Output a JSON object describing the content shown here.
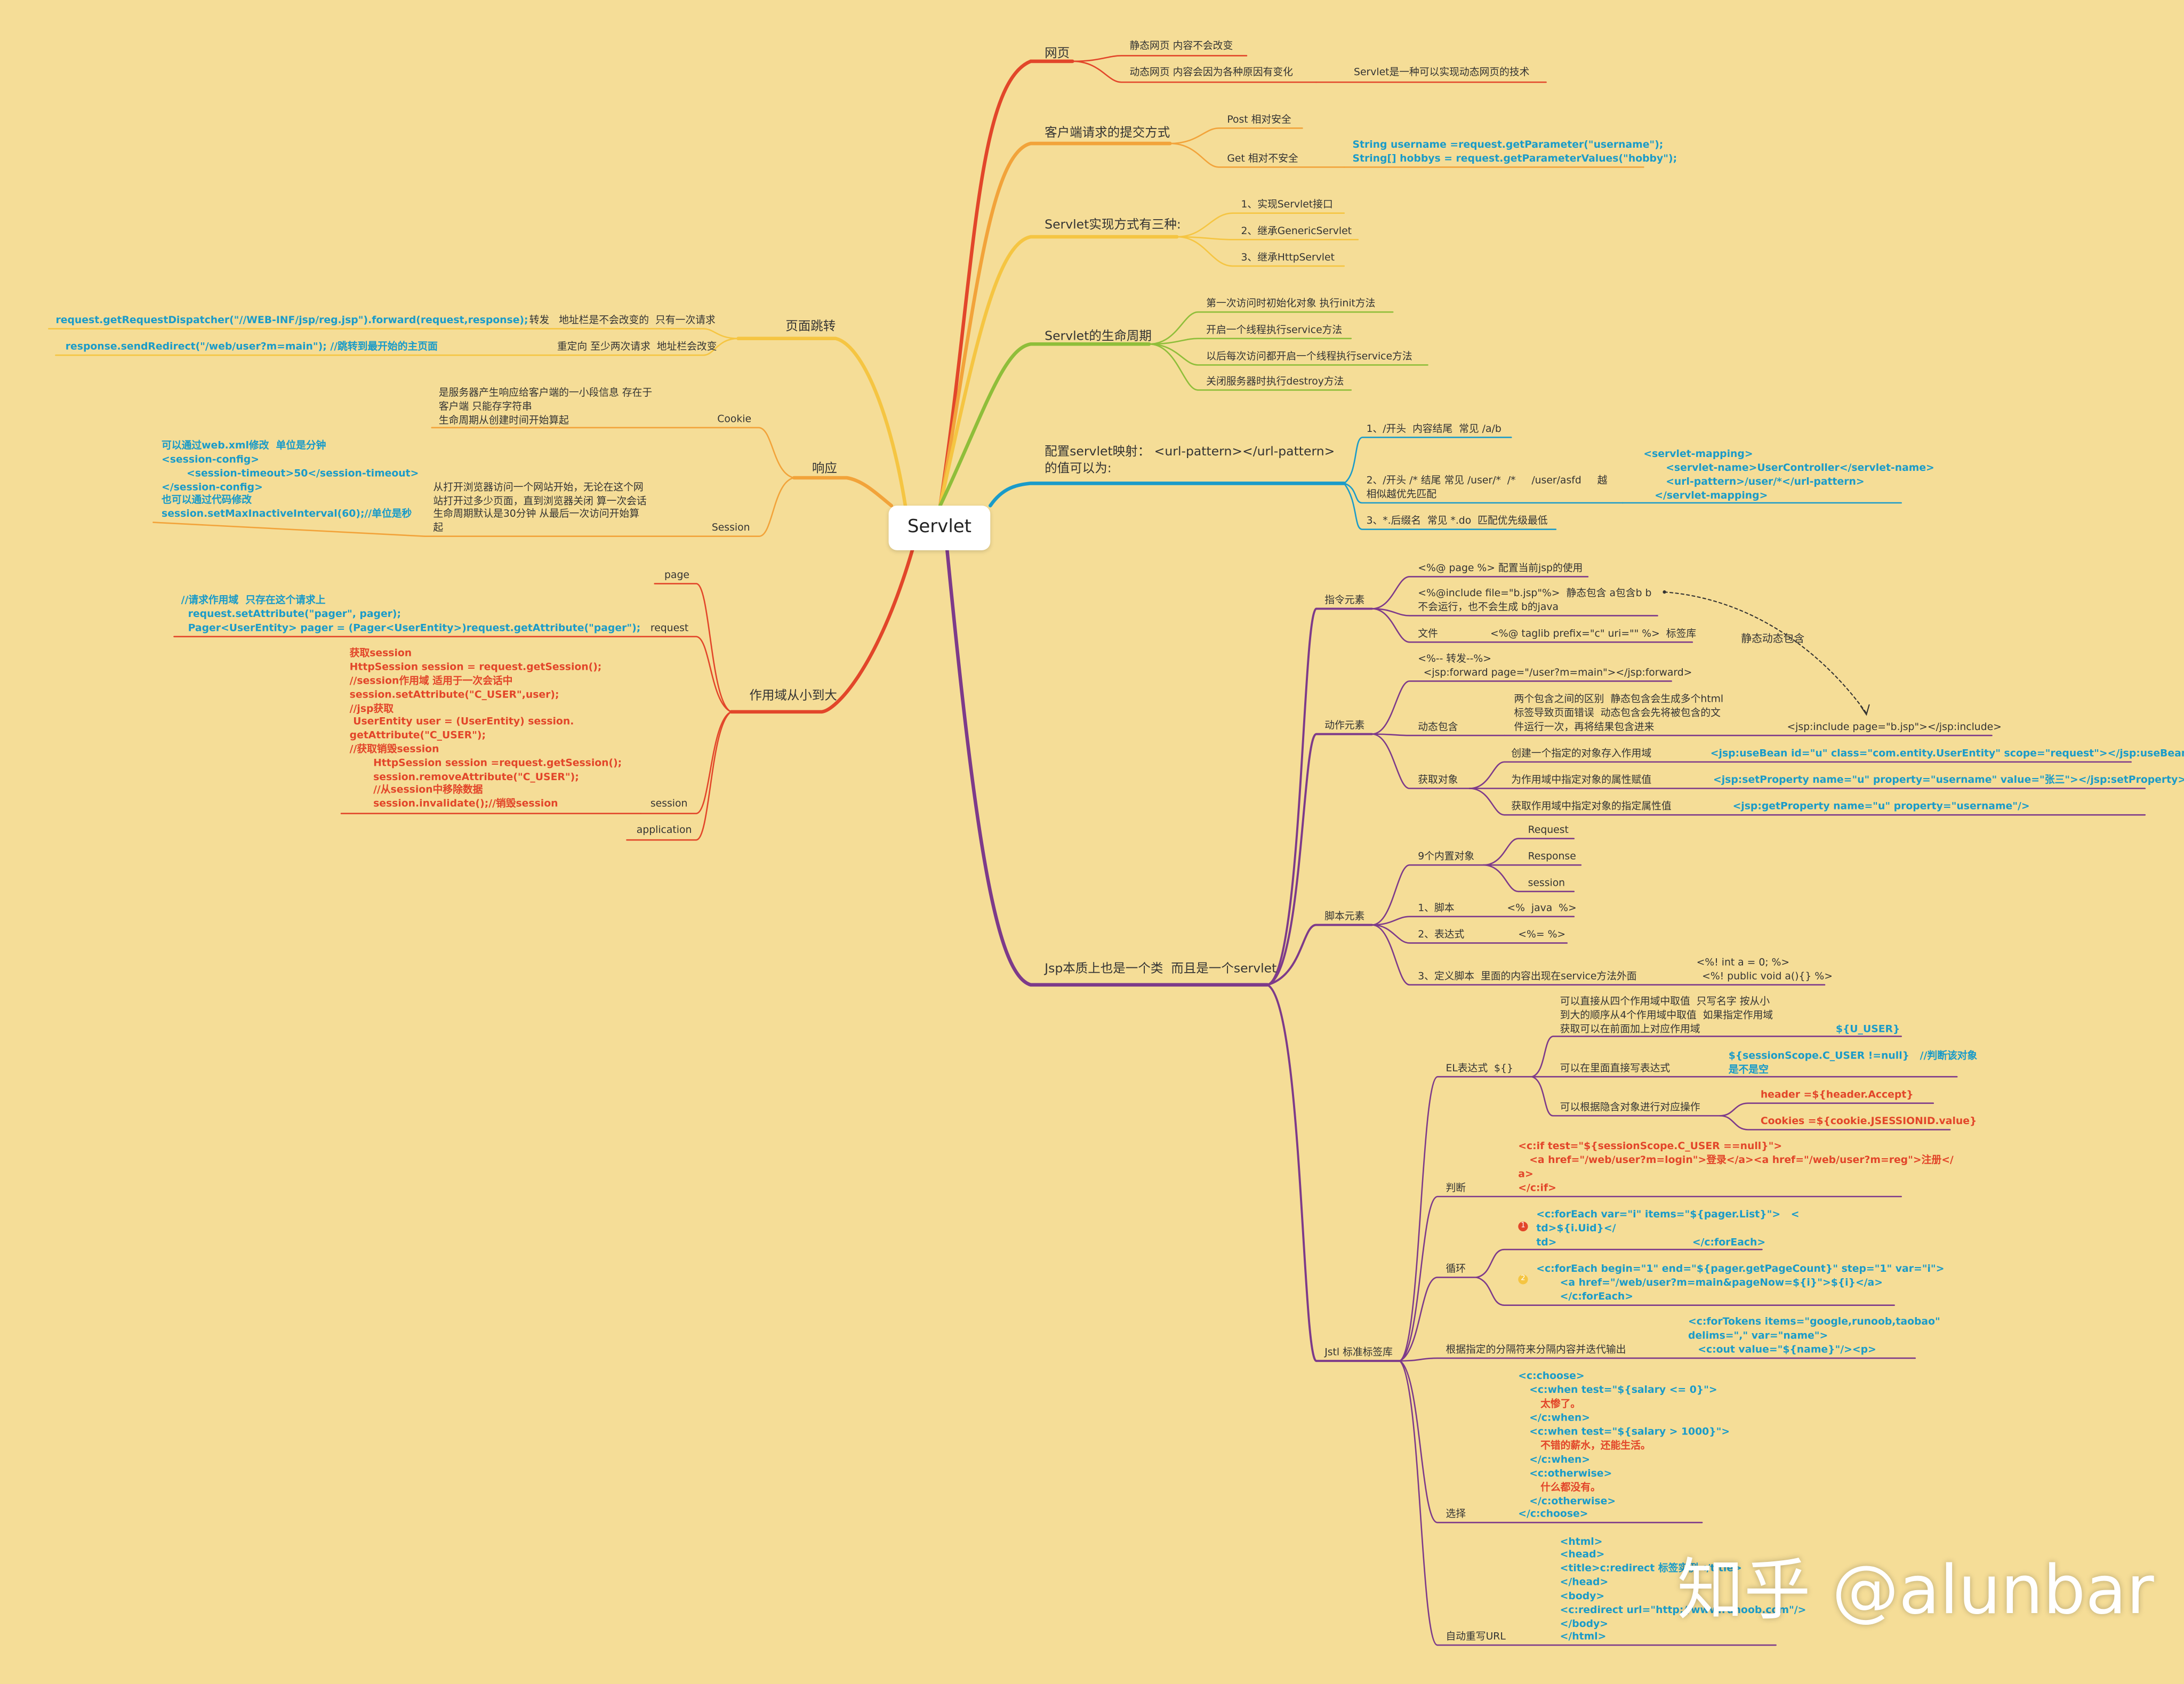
{
  "root": "Servlet",
  "watermark": "知乎 @alunbar",
  "colors": {
    "background": "#f5dd97",
    "red": "#e2462a",
    "blue": "#1a9bc9",
    "purple": "#7d3a8a",
    "green": "#8fbe3a",
    "orange": "#f2a33a",
    "yellow": "#f5c542"
  },
  "right": {
    "wangye": {
      "title": "网页",
      "static": "静态网页 内容不会改变",
      "dynamic": "动态网页 内容会因为各种原因有变化",
      "dynamic_note": "Servlet是一种可以实现动态网页的技术"
    },
    "submit": {
      "title": "客户端请求的提交方式",
      "post": "Post 相对安全",
      "get": "Get 相对不安全",
      "get_code1": "String username =request.getParameter(\"username\");",
      "get_code2": "String[] hobbys = request.getParameterValues(\"hobby\");"
    },
    "impl": {
      "title": "Servlet实现方式有三种:",
      "i1": "1、实现Servlet接口",
      "i2": "2、继承GenericServlet",
      "i3": "3、继承HttpServlet"
    },
    "life": {
      "title": "Servlet的生命周期",
      "l1": "第一次访问时初始化对象 执行init方法",
      "l2": "开启一个线程执行service方法",
      "l3": "以后每次访问都开启一个线程执行service方法",
      "l4": "关闭服务器时执行destroy方法"
    },
    "mapping": {
      "title1": "配置servlet映射： <url-pattern></url-pattern>",
      "title2": "的值可以为:",
      "m1": "1、/开头  内容结尾  常见 /a/b",
      "m2a": "2、/开头 /* 结尾 常见 /user/*  /*     /user/asfd     越",
      "m2b": "相似越优先匹配",
      "m2_code1": "<servlet-mapping>",
      "m2_code2": "<servlet-name>UserController</servlet-name>",
      "m2_code3": "<url-pattern>/user/*</url-pattern>",
      "m2_code4": "</servlet-mapping>",
      "m3": "3、*.后缀名  常见 *.do  匹配优先级最低"
    },
    "jsp": {
      "title": "Jsp本质上也是一个类  而且是一个servlet",
      "directive": {
        "title": "指令元素",
        "d1": "<%@ page %> 配置当前jsp的使用",
        "d2a": "<%@include file=\"b.jsp\"%>  静态包含 a包含b b",
        "d2b": "不会运行，也不会生成 b的java",
        "d3": "文件",
        "d3_code": "<%@ taglib prefix=\"c\" uri=\"\" %>  标签库",
        "static_vs_dynamic": "静态动态包含"
      },
      "action": {
        "title": "动作元素",
        "forward1": "<%-- 转发--%>",
        "forward2": "<jsp:forward page=\"/user?m=main\"></jsp:forward>",
        "include_title": "动态包含",
        "include_desc1": "两个包含之间的区别  静态包含会生成多个html",
        "include_desc2": "标签导致页面错误  动态包含会先将被包含的文",
        "include_desc3": "件运行一次，再将结果包含进来",
        "include_code": "<jsp:include page=\"b.jsp\"></jsp:include>",
        "get_title": "获取对象",
        "g1": "创建一个指定的对象存入作用域",
        "g1_code": "<jsp:useBean id=\"u\" class=\"com.entity.UserEntity\" scope=\"request\"></jsp:useBean>",
        "g2": "为作用域中指定对象的属性赋值",
        "g2_code": "<jsp:setProperty name=\"u\" property=\"username\" value=\"张三\"></jsp:setProperty>",
        "g3": "获取作用域中指定对象的指定属性值",
        "g3_code": "<jsp:getProperty name=\"u\" property=\"username\"/>"
      },
      "script": {
        "title": "脚本元素",
        "builtin": "9个内置对象",
        "b1": "Request",
        "b2": "Response",
        "b3": "session",
        "s1": "1、脚本",
        "s1_code": "<%  java  %>",
        "s2": "2、表达式",
        "s2_code": "<%= %>",
        "s3": "3、定义脚本  里面的内容出现在service方法外面",
        "s3_code1": "<%! int a = 0; %>",
        "s3_code2": "<%! public void a(){} %>"
      },
      "jstl": {
        "title": "Jstl 标准标签库",
        "el": {
          "title": "EL表达式  ${}",
          "e1a": "可以直接从四个作用域中取值  只写名字 按从小",
          "e1b": "到大的顺序从4个作用域中取值  如果指定作用域",
          "e1c": "获取可以在前面加上对应作用域",
          "e1_code": "${U_USER}",
          "e2": "可以在里面直接写表达式",
          "e2_code1": "${sessionScope.C_USER !=null}   //判断该对象",
          "e2_code2": "是不是空",
          "e3": "可以根据隐含对象进行对应操作",
          "e3_code1": "header =${header.Accept}",
          "e3_code2": "Cookies =${cookie.JSESSIONID.value}"
        },
        "judge": {
          "title": "判断",
          "code1": "<c:if test=\"${sessionScope.C_USER ==null}\">",
          "code2": "<a href=\"/web/user?m=login\">登录</a><a href=\"/web/user?m=reg\">注册</",
          "code3": "a>",
          "code4": "</c:if>"
        },
        "loop": {
          "title": "循环",
          "badge1": "1",
          "badge2": "2",
          "c1a": "<c:forEach var=\"i\" items=\"${pager.List}\">   <",
          "c1b": "td>${i.Uid}</",
          "c1c": "td>",
          "c1d": "</c:forEach>",
          "c2a": "<c:forEach begin=\"1\" end=\"${pager.getPageCount}\" step=\"1\" var=\"i\">",
          "c2b": "<a href=\"/web/user?m=main&pageNow=${i}\">${i}</a>",
          "c2c": "</c:forEach>"
        },
        "tokens": {
          "title": "根据指定的分隔符来分隔内容并迭代输出",
          "code1": "<c:forTokens items=\"google,runoob,taobao\"",
          "code2": "delims=\",\" var=\"name\">",
          "code3": "<c:out value=\"${name}\"/><p>"
        },
        "choose": {
          "title": "选择",
          "code1": "<c:choose>",
          "code2": "<c:when test=\"${salary <= 0}\">",
          "code3": "太惨了。",
          "code4": "</c:when>",
          "code5": "<c:when test=\"${salary > 1000}\">",
          "code6": "不错的薪水，还能生活。",
          "code7": "</c:when>",
          "code8": "<c:otherwise>",
          "code9": "什么都没有。",
          "code10": "</c:otherwise>",
          "code11": "</c:choose>"
        },
        "redirect": {
          "title": "自动重写URL",
          "code1": "<html>",
          "code2": "<head>",
          "code3": "<title>c:redirect 标签实例</title>",
          "code4": "</head>",
          "code5": "<body>",
          "code6": "<c:redirect url=\"http://www.runoob.com\"/>",
          "code7": "</body>",
          "code8": "</html>"
        }
      }
    }
  },
  "left": {
    "jump": {
      "title": "页面跳转",
      "forward": "转发   地址栏是不会改变的  只有一次请求",
      "forward_code": "request.getRequestDispatcher(\"//WEB-INF/jsp/reg.jsp\").forward(request,response);",
      "redirect": "重定向 至少两次请求  地址栏会改变",
      "redirect_code1": "response.sendRedirect(\"/web/user?m=main\"); ",
      "redirect_code2": "//跳转到最开始的主页面"
    },
    "response": {
      "title": "响应",
      "cookie": "Cookie",
      "cookie_desc1": "是服务器产生响应给客户端的一小段信息 存在于",
      "cookie_desc2": "客户端 只能存字符串",
      "cookie_desc3": "生命周期从创建时间开始算起",
      "session": "Session",
      "session_desc1": "从打开浏览器访问一个网站开始，无论在这个网",
      "session_desc2": "站打开过多少页面，直到浏览器关闭 算一次会话",
      "session_desc3": "生命周期默认是30分钟 从最后一次访问开始算",
      "session_desc4": "起",
      "session_code1": "可以通过web.xml修改  单位是分钟",
      "session_code2": "<session-config>",
      "session_code3": "<session-timeout>50</session-timeout>",
      "session_code4": "</session-config>",
      "session_code5": "也可以通过代码修改",
      "session_code6": "session.setMaxInactiveInterval(60);//单位是秒"
    },
    "scope": {
      "title": "作用域从小到大",
      "page": "page",
      "request": "request",
      "request_code1": "//请求作用域  只存在这个请求上",
      "request_code2": "request.setAttribute(\"pager\", pager);",
      "request_code3": "Pager<UserEntity> pager = (Pager<UserEntity>)request.getAttribute(\"pager\");",
      "session": "session",
      "session_code1": "获取session",
      "session_code2": "HttpSession session = request.getSession();",
      "session_code3": "//session作用域 适用于一次会话中",
      "session_code4": "session.setAttribute(\"C_USER\",user);",
      "session_code5": "//jsp获取",
      "session_code6": " UserEntity user = (UserEntity) session.",
      "session_code7": "getAttribute(\"C_USER\");",
      "session_code8": "//获取销毁session",
      "session_code9": "HttpSession session =request.getSession();",
      "session_code10": "session.removeAttribute(\"C_USER\");",
      "session_code11": "//从session中移除数据",
      "session_code12": "session.invalidate();//销毁session",
      "application": "application"
    }
  }
}
